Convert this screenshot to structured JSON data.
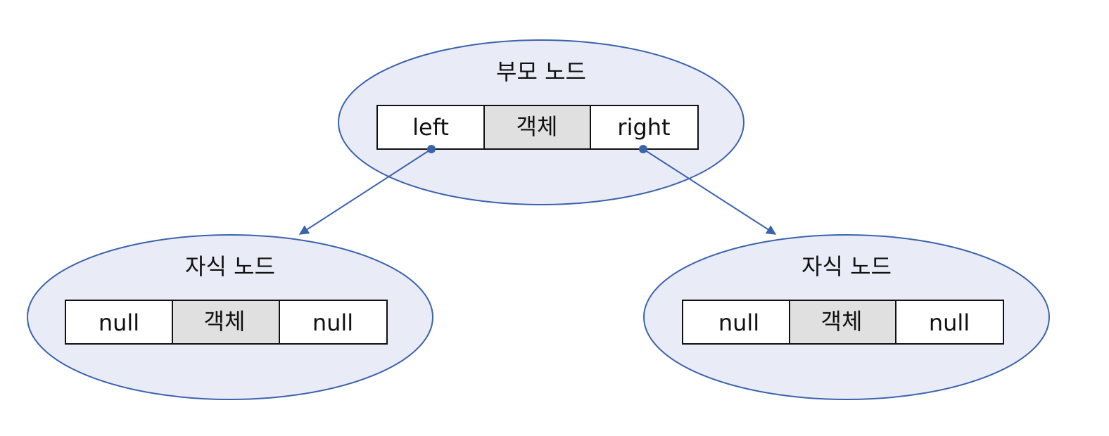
{
  "colors": {
    "ellipse_fill": "#e9ecf6",
    "ellipse_stroke": "#3b63ad",
    "cell_fill": "#ffffff",
    "middle_cell_fill": "#e0e0e0",
    "cell_stroke": "#111111",
    "arrow": "#3b63ad"
  },
  "parent": {
    "title": "부모 노드",
    "cells": [
      "left",
      "객체",
      "right"
    ]
  },
  "left_child": {
    "title": "자식 노드",
    "cells": [
      "null",
      "객체",
      "null"
    ]
  },
  "right_child": {
    "title": "자식 노드",
    "cells": [
      "null",
      "객체",
      "null"
    ]
  }
}
